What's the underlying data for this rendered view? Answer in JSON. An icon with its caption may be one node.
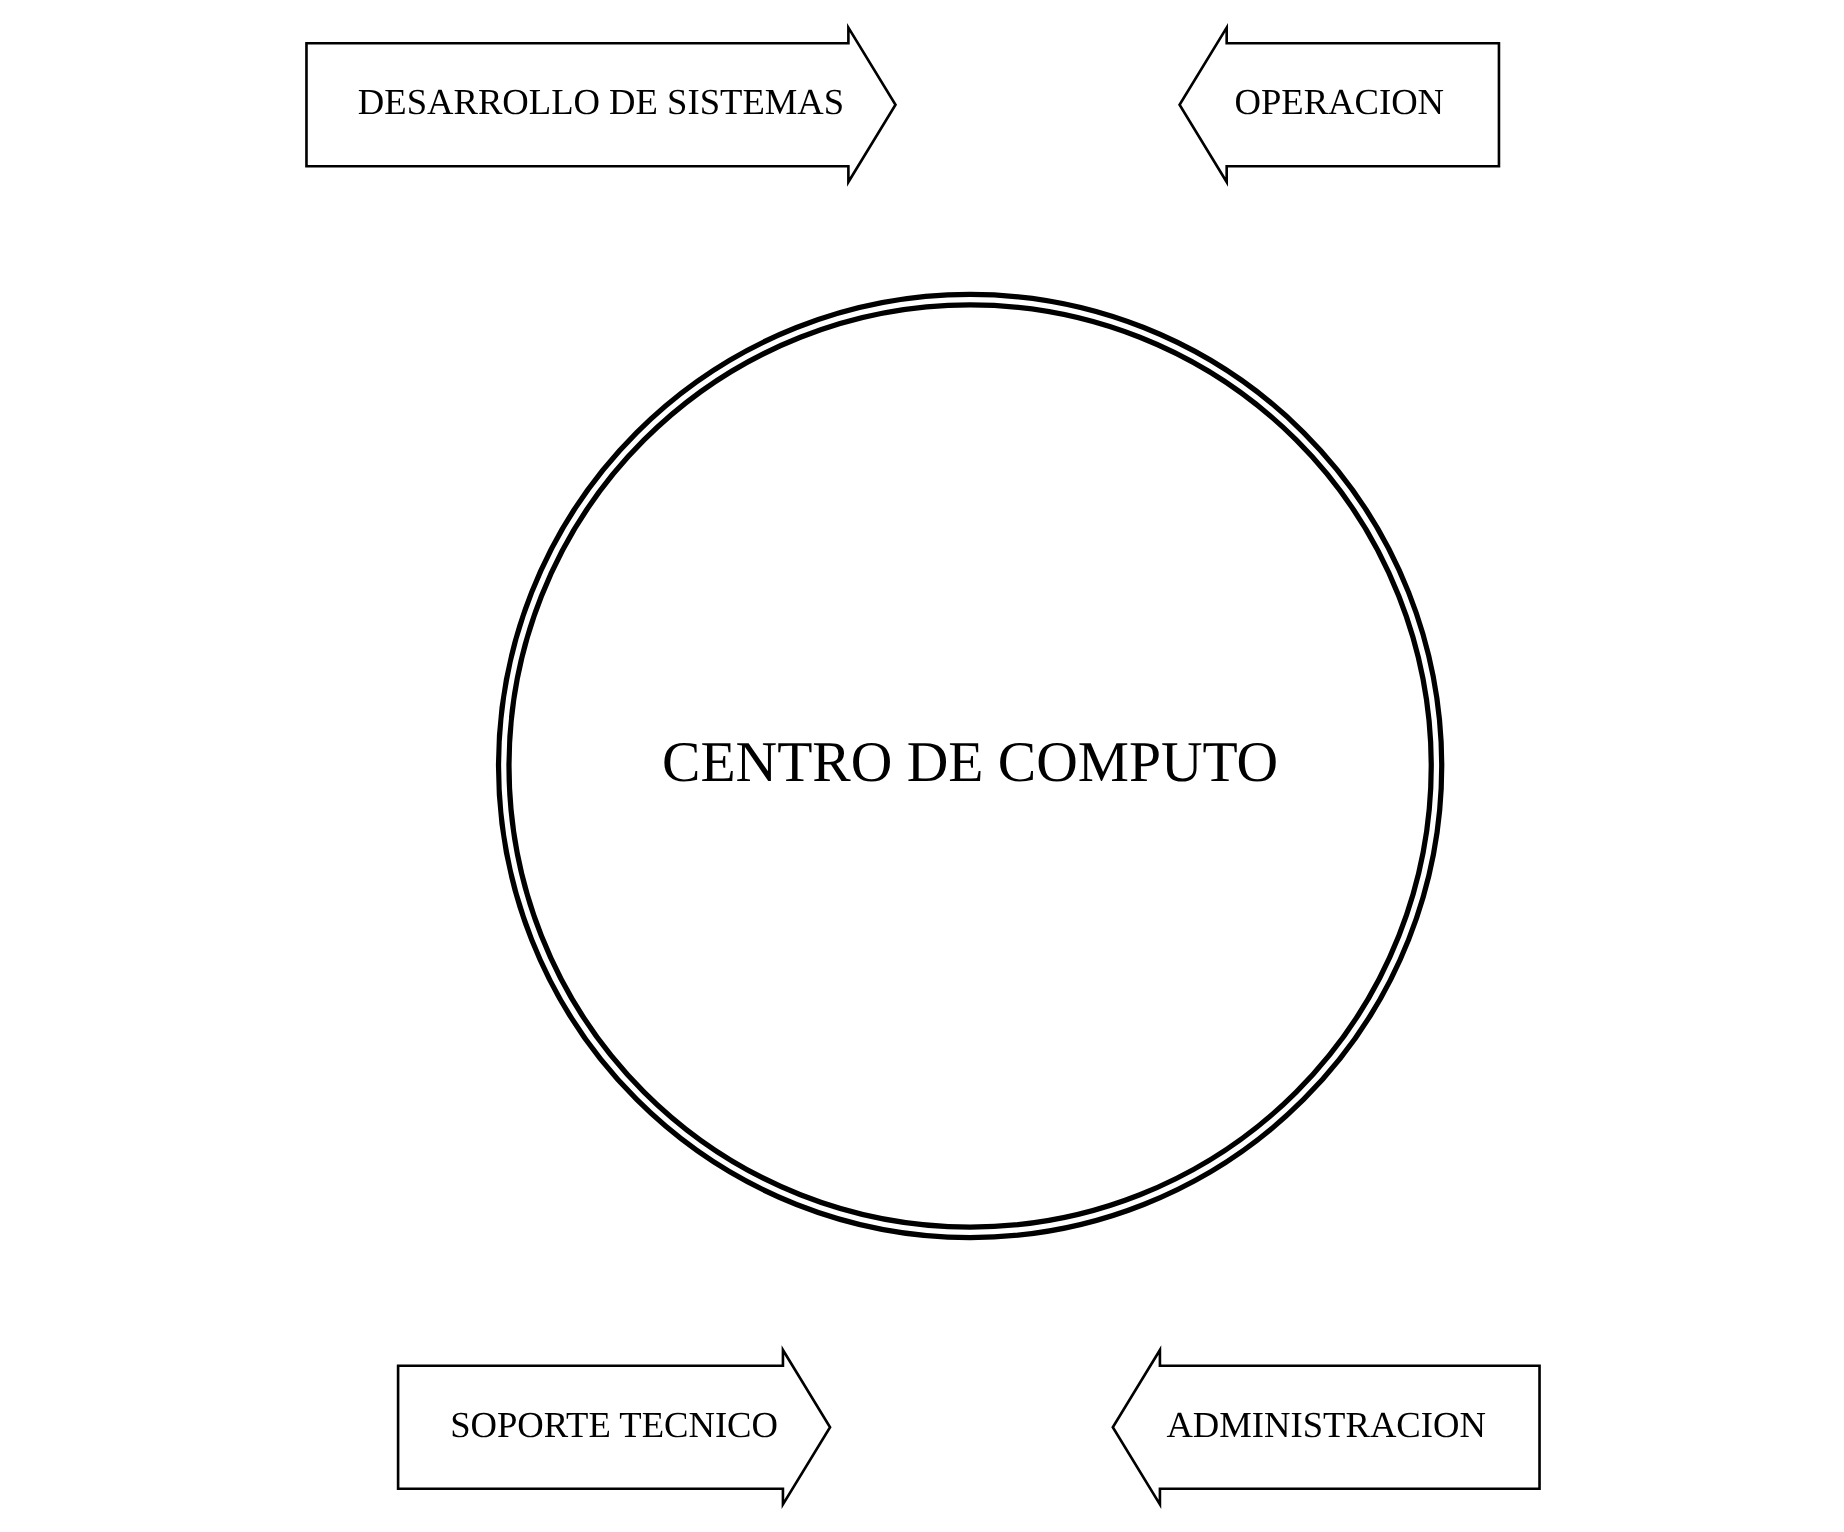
{
  "diagram": {
    "nodes": [
      {
        "text": [
          "DESARROLLO DE SISTEMAS"
        ]
      },
      {
        "text": [
          "OPERACION"
        ]
      },
      {
        "text": [
          "CENTRO DE COMPUTO"
        ]
      },
      {
        "text": [
          "SOPORTE TECNICO"
        ]
      },
      {
        "text": [
          "ADMINISTRACION"
        ]
      }
    ]
  }
}
